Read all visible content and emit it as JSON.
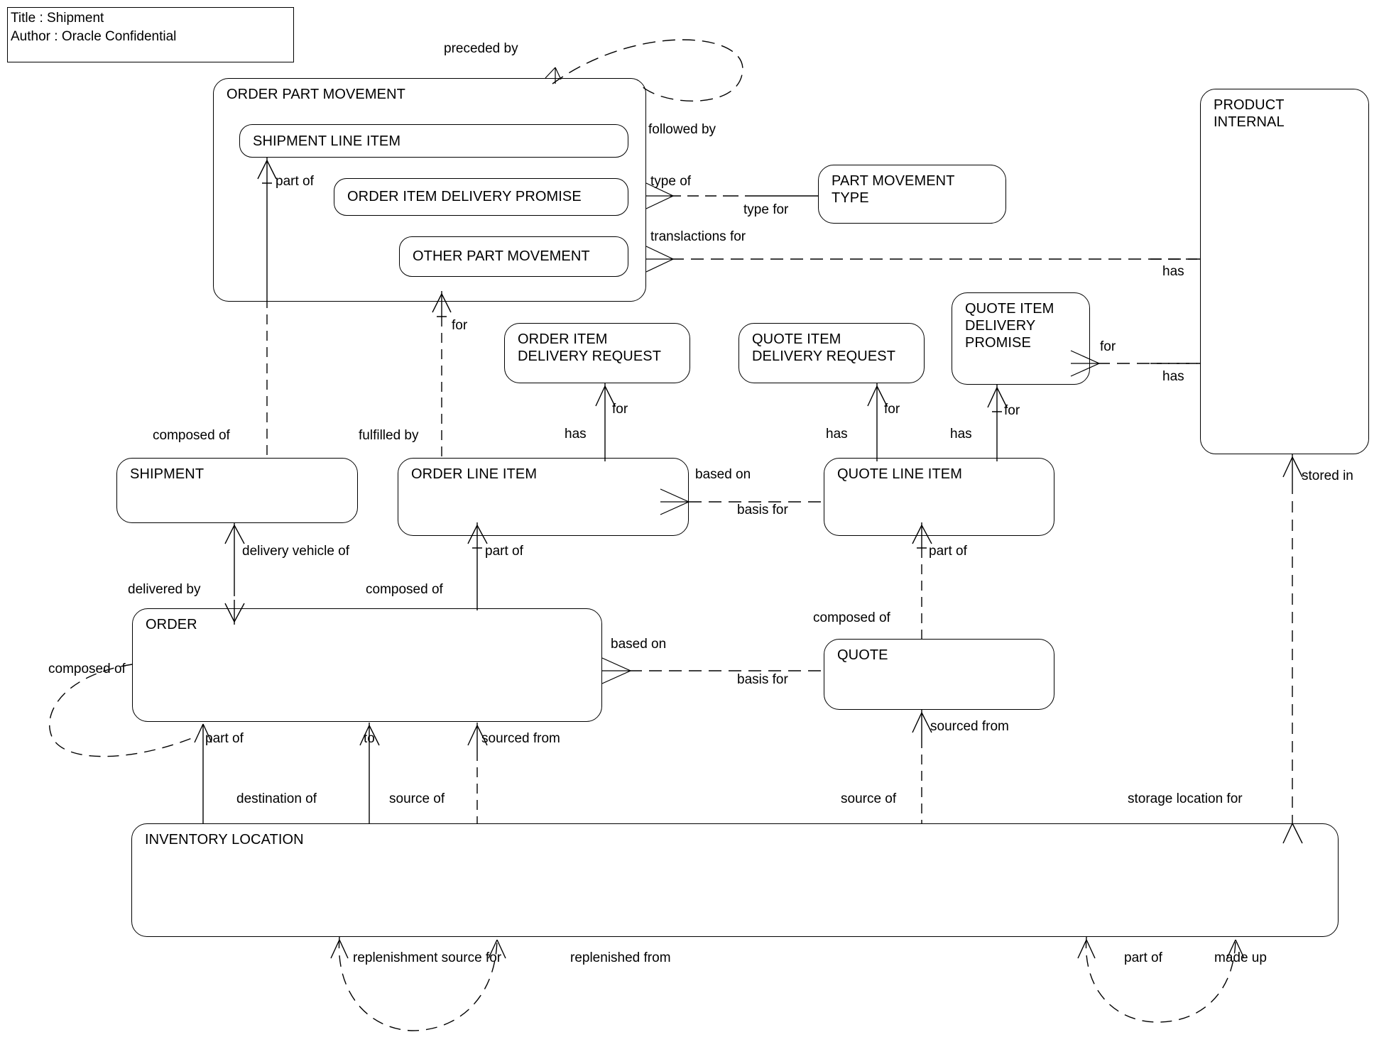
{
  "diagram": {
    "title_block": {
      "title_line": "Title : Shipment",
      "author_line": "Author : Oracle Confidential"
    },
    "entities": [
      {
        "id": "order-part-movement",
        "label": "ORDER PART MOVEMENT"
      },
      {
        "id": "shipment-line-item",
        "label": "SHIPMENT LINE ITEM"
      },
      {
        "id": "order-item-delivery-promise",
        "label": "ORDER ITEM DELIVERY PROMISE"
      },
      {
        "id": "other-part-movement",
        "label": "OTHER PART MOVEMENT"
      },
      {
        "id": "part-movement-type",
        "label": "PART MOVEMENT\nTYPE"
      },
      {
        "id": "product-internal",
        "label": "PRODUCT\nINTERNAL"
      },
      {
        "id": "order-item-delivery-request",
        "label": "ORDER ITEM\nDELIVERY REQUEST"
      },
      {
        "id": "quote-item-delivery-request",
        "label": "QUOTE ITEM\nDELIVERY REQUEST"
      },
      {
        "id": "quote-item-delivery-promise",
        "label": "QUOTE ITEM\nDELIVERY\nPROMISE"
      },
      {
        "id": "shipment",
        "label": "SHIPMENT"
      },
      {
        "id": "order-line-item",
        "label": "ORDER LINE ITEM"
      },
      {
        "id": "quote-line-item",
        "label": "QUOTE LINE ITEM"
      },
      {
        "id": "order",
        "label": "ORDER"
      },
      {
        "id": "quote",
        "label": "QUOTE"
      },
      {
        "id": "inventory-location",
        "label": "INVENTORY LOCATION"
      }
    ],
    "relationship_labels": [
      {
        "id": "preceded-by",
        "text": "preceded by"
      },
      {
        "id": "followed-by",
        "text": "followed by"
      },
      {
        "id": "part-of-shipment-line",
        "text": "part of"
      },
      {
        "id": "type-of",
        "text": "type of"
      },
      {
        "id": "type-for",
        "text": "type for"
      },
      {
        "id": "translactions-for",
        "text": "translactions for"
      },
      {
        "id": "has-product-top",
        "text": "has"
      },
      {
        "id": "for-quote-item-promise",
        "text": "for"
      },
      {
        "id": "has-product-bottom",
        "text": "has"
      },
      {
        "id": "for-other-part-movement",
        "text": "for"
      },
      {
        "id": "composed-of-shipment",
        "text": "composed of"
      },
      {
        "id": "fulfilled-by",
        "text": "fulfilled by"
      },
      {
        "id": "has-order-line",
        "text": "has"
      },
      {
        "id": "for-order-item-request",
        "text": "for"
      },
      {
        "id": "has-quote-line-left",
        "text": "has"
      },
      {
        "id": "for-quote-item-request",
        "text": "for"
      },
      {
        "id": "has-quote-line-right",
        "text": "has"
      },
      {
        "id": "for-quote-promise-down",
        "text": "for"
      },
      {
        "id": "stored-in",
        "text": "stored in"
      },
      {
        "id": "based-on-line",
        "text": "based on"
      },
      {
        "id": "basis-for-line",
        "text": "basis for"
      },
      {
        "id": "delivery-vehicle-of",
        "text": "delivery vehicle of"
      },
      {
        "id": "delivered-by",
        "text": "delivered by"
      },
      {
        "id": "part-of-order-line",
        "text": "part of"
      },
      {
        "id": "composed-of-order",
        "text": "composed of"
      },
      {
        "id": "part-of-quote-line",
        "text": "part of"
      },
      {
        "id": "composed-of-quote",
        "text": "composed of"
      },
      {
        "id": "composed-of-order-self",
        "text": "composed of"
      },
      {
        "id": "based-on-order",
        "text": "based on"
      },
      {
        "id": "basis-for-order",
        "text": "basis for"
      },
      {
        "id": "part-of-order-self",
        "text": "part of"
      },
      {
        "id": "to-inventory",
        "text": "to"
      },
      {
        "id": "sourced-from-order",
        "text": "sourced from"
      },
      {
        "id": "sourced-from-quote",
        "text": "sourced from"
      },
      {
        "id": "destination-of",
        "text": "destination of"
      },
      {
        "id": "source-of-order",
        "text": "source of"
      },
      {
        "id": "source-of-quote",
        "text": "source of"
      },
      {
        "id": "storage-location-for",
        "text": "storage location for"
      },
      {
        "id": "replenishment-source-for",
        "text": "replenishment source for"
      },
      {
        "id": "replenished-from",
        "text": "replenished from"
      },
      {
        "id": "part-of-inventory-self",
        "text": "part of"
      },
      {
        "id": "made-up",
        "text": "made up"
      }
    ]
  }
}
